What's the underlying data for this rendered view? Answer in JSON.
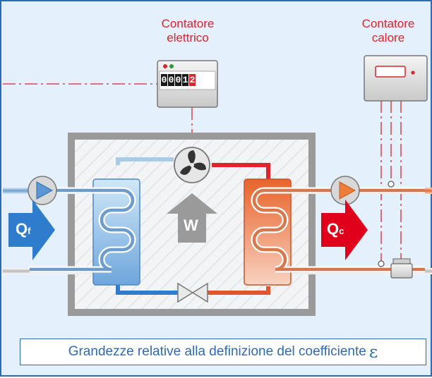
{
  "meters": {
    "electric_label": "Contatore\nelettrico",
    "heat_label": "Contatore\ncalore",
    "electric_digits": [
      "0",
      "0",
      "0",
      "1",
      "2"
    ]
  },
  "flows": {
    "cold_main": "Q",
    "cold_sub": "f",
    "hot_main": "Q",
    "hot_sub": "c",
    "work": "W"
  },
  "caption": {
    "text": "Grandezze relative alla definizione del coefficiente",
    "symbol": "ε"
  },
  "colors": {
    "frame": "#2d6cb4",
    "cold": "#2f7ccc",
    "hot": "#e0562a",
    "signal": "#d9252b",
    "arrow_hot": "#e0001b"
  }
}
